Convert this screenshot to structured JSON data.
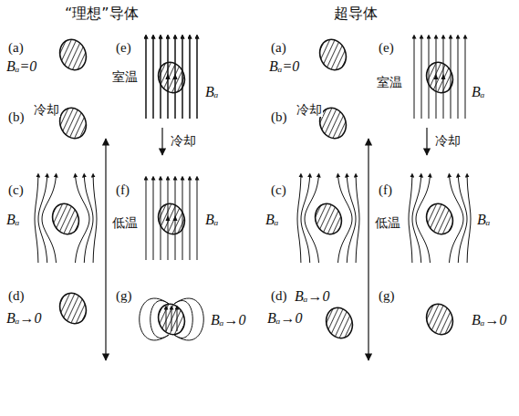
{
  "diagram": {
    "labels": [
      "“理想”导体",
      "超导体",
      "(a)",
      "(e)",
      "(a)",
      "(e)",
      "Bₐ=0",
      "室温",
      "Bₐ",
      "Bₐ=0",
      "室温",
      "Bₐ",
      "(b)",
      "冷却",
      "冷却",
      "(b)",
      "冷却",
      "冷却",
      "(c)",
      "(f)",
      "(c)",
      "(f)",
      "Bₐ",
      "低温",
      "Bₐ",
      "Bₐ",
      "低温",
      "Bₐ",
      "(d)",
      "(g)",
      "(d)",
      "(g)",
      "Bₐ→0",
      "Bₐ→0",
      "Bₐ→0",
      "Bₐ→0",
      "Bₐ→0"
    ]
  }
}
